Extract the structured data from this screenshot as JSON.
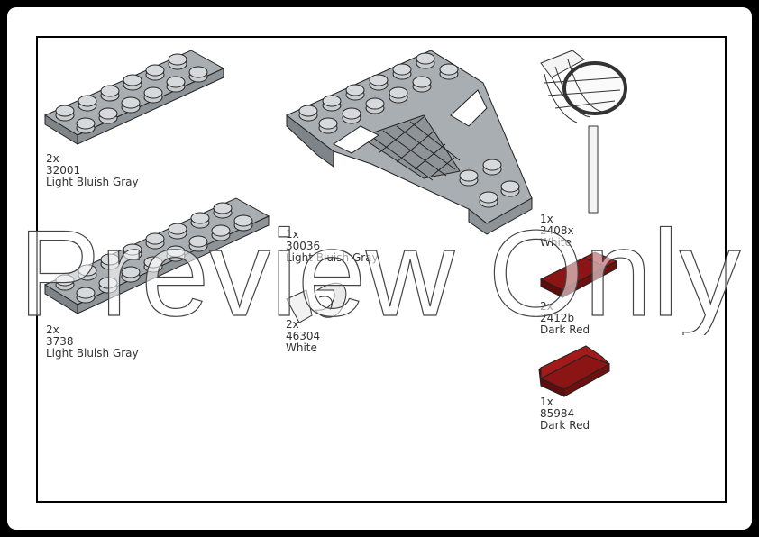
{
  "watermark": "Preview Only",
  "parts": [
    {
      "id": "plate-2x8",
      "qty": "2x",
      "part": "32001",
      "color": "Light Bluish Gray",
      "swatch": "#a0a5a9"
    },
    {
      "id": "plate-2x10",
      "qty": "2x",
      "part": "3738",
      "color": "Light Bluish Gray",
      "swatch": "#a0a5a9"
    },
    {
      "id": "wedge-plate",
      "qty": "1x",
      "part": "30036",
      "color": "Light Bluish Gray",
      "swatch": "#a0a5a9"
    },
    {
      "id": "clip-piece",
      "qty": "2x",
      "part": "46304",
      "color": "White",
      "swatch": "#ffffff"
    },
    {
      "id": "net",
      "qty": "1x",
      "part": "2408x",
      "color": "White",
      "swatch": "#ffffff"
    },
    {
      "id": "slope-small",
      "qty": "2x",
      "part": "2412b",
      "color": "Dark Red",
      "swatch": "#8b1414"
    },
    {
      "id": "slope-large",
      "qty": "1x",
      "part": "85984",
      "color": "Dark Red",
      "swatch": "#8b1414"
    }
  ]
}
